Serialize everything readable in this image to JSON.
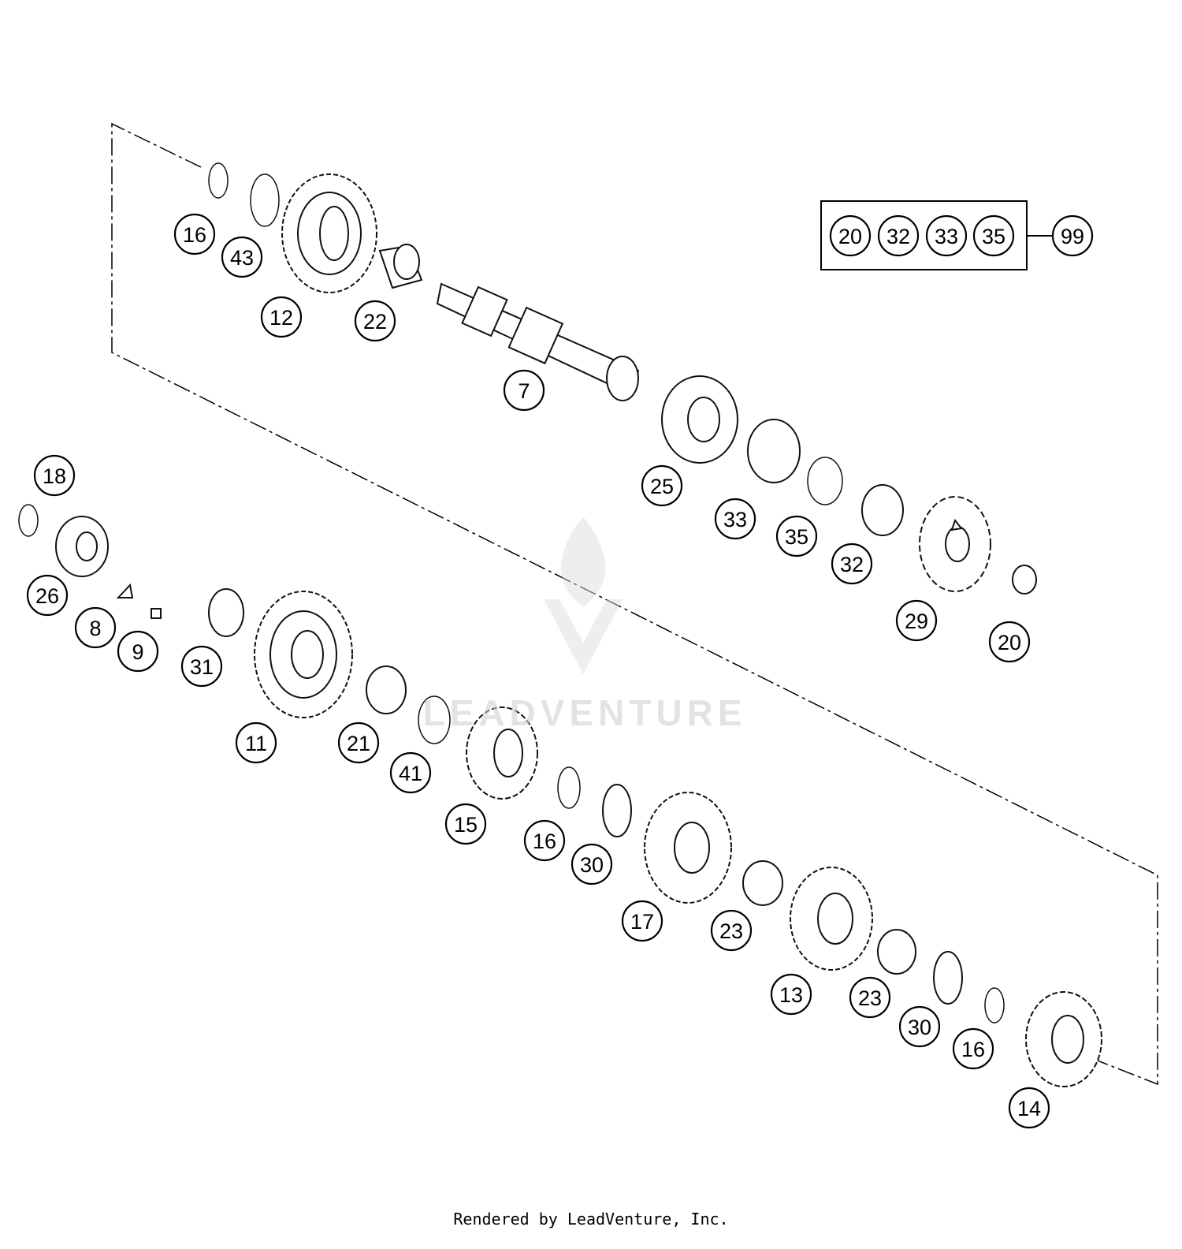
{
  "diagram": {
    "callouts_upper": [
      "16",
      "43",
      "12",
      "22",
      "7",
      "25",
      "33",
      "35",
      "32",
      "29",
      "20"
    ],
    "kit_box": {
      "items": [
        "20",
        "32",
        "33",
        "35"
      ],
      "kit_number": "99"
    },
    "callouts_lower": [
      "18",
      "26",
      "8",
      "9",
      "31",
      "11",
      "21",
      "41",
      "15",
      "16",
      "30",
      "17",
      "23",
      "13",
      "23",
      "30",
      "16",
      "14"
    ]
  },
  "watermark": "LEADVENTURE",
  "footer": "Rendered by LeadVenture, Inc."
}
